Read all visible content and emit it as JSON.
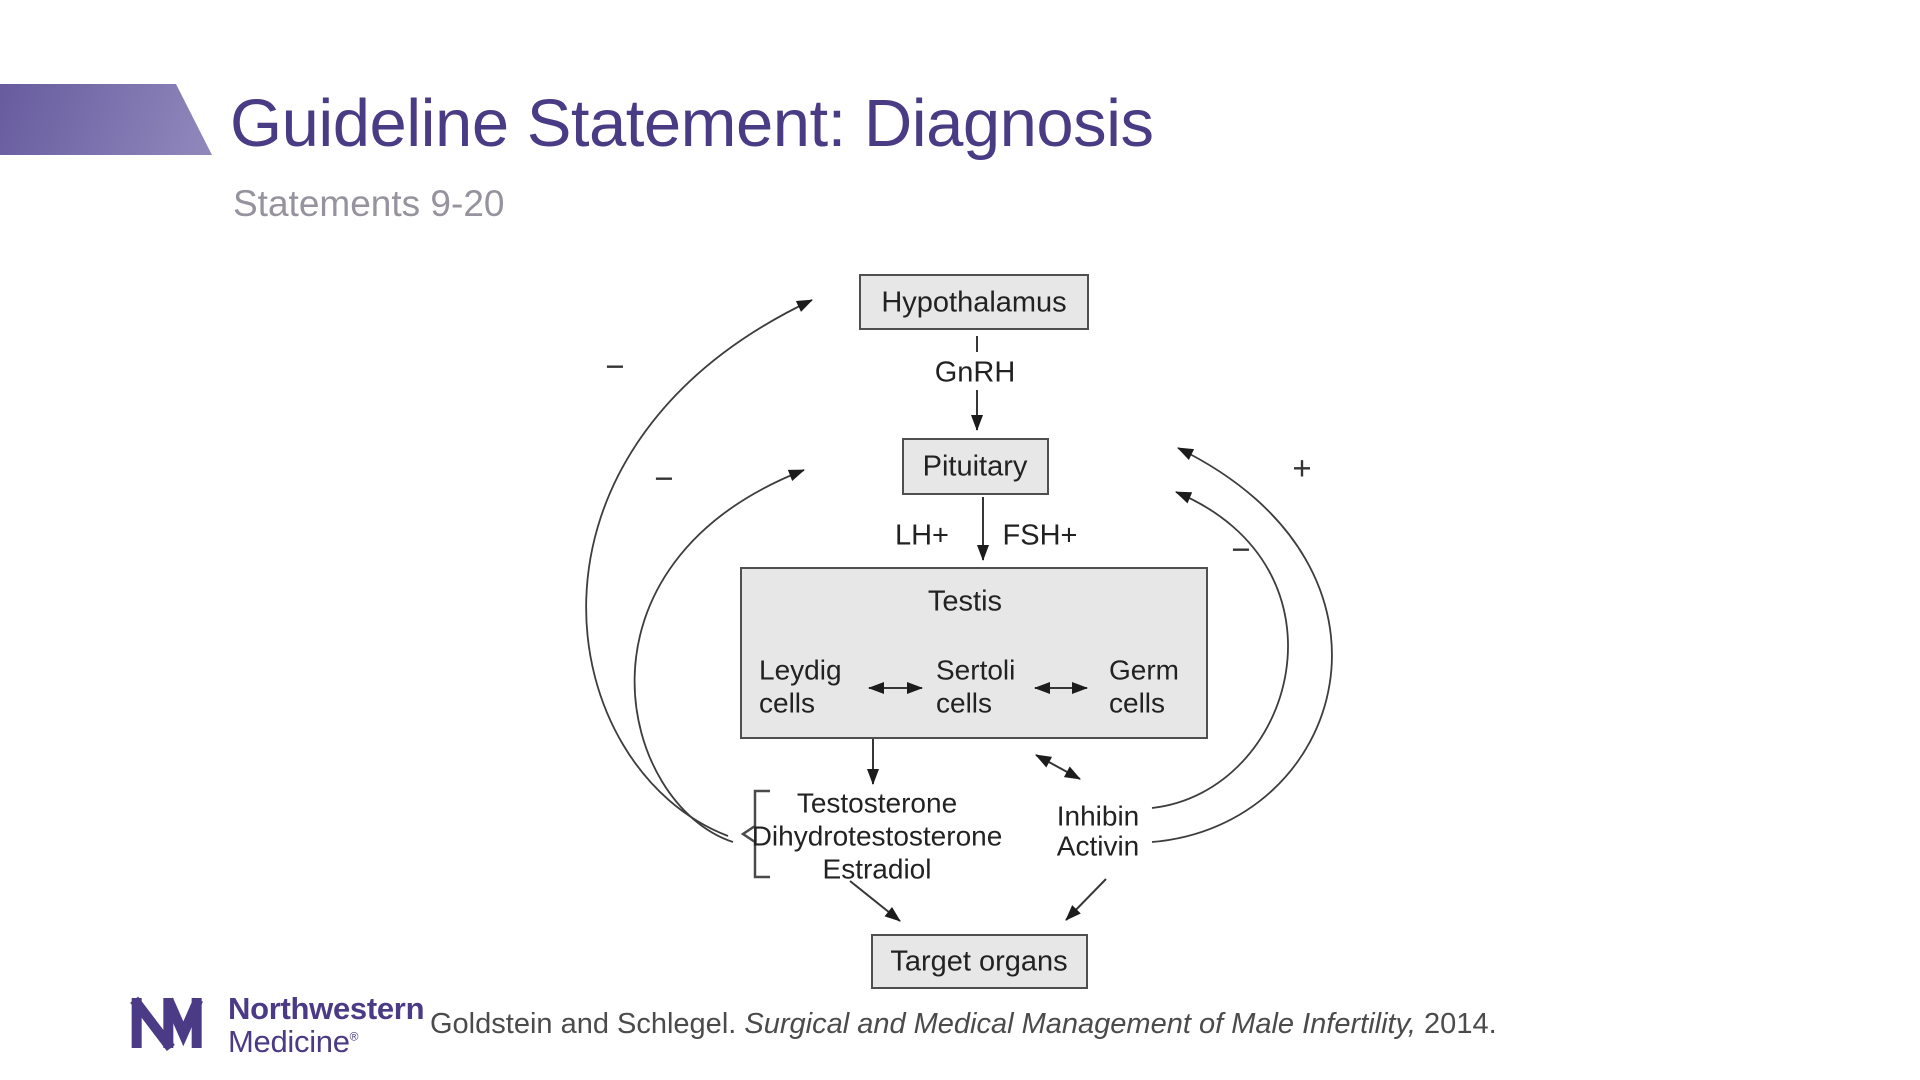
{
  "slide": {
    "title": "Guideline Statement: Diagnosis",
    "subtitle": "Statements 9-20"
  },
  "diagram": {
    "boxes": {
      "hypothalamus": "Hypothalamus",
      "pituitary": "Pituitary",
      "testis": "Testis",
      "target_organs": "Target organs"
    },
    "signals": {
      "gnrh": "GnRH",
      "lh": "LH+",
      "fsh": "FSH+"
    },
    "cells": {
      "leydig": [
        "Leydig",
        "cells"
      ],
      "sertoli": [
        "Sertoli",
        "cells"
      ],
      "germ": [
        "Germ",
        "cells"
      ]
    },
    "hormones": [
      "Testosterone",
      "Dihydrotestosterone",
      "Estradiol"
    ],
    "peptides": [
      "Inhibin",
      "Activin"
    ],
    "feedback": {
      "minus_to_hypothalamus": "−",
      "minus_to_pituitary": "−",
      "plus_right": "+",
      "minus_right": "−"
    }
  },
  "footer": {
    "logo": {
      "line1": "Northwestern",
      "line2": "Medicine",
      "reg_mark": "®"
    },
    "citation": {
      "pre": "Goldstein and Schlegel. ",
      "italic": "Surgical and Medical Management of Male Infertility,",
      "post": " 2014."
    }
  },
  "colors": {
    "accent_gradient_start": "#675b9e",
    "accent_gradient_end": "#9189bd",
    "title_purple": "#4a3b85",
    "subtitle_gray": "#96929e",
    "logo_purple": "#4b3b87",
    "box_fill": "#e7e7e7",
    "box_stroke": "#4f4f4f",
    "diagram_ink": "#222222",
    "citation_gray": "#4b4b4b"
  }
}
